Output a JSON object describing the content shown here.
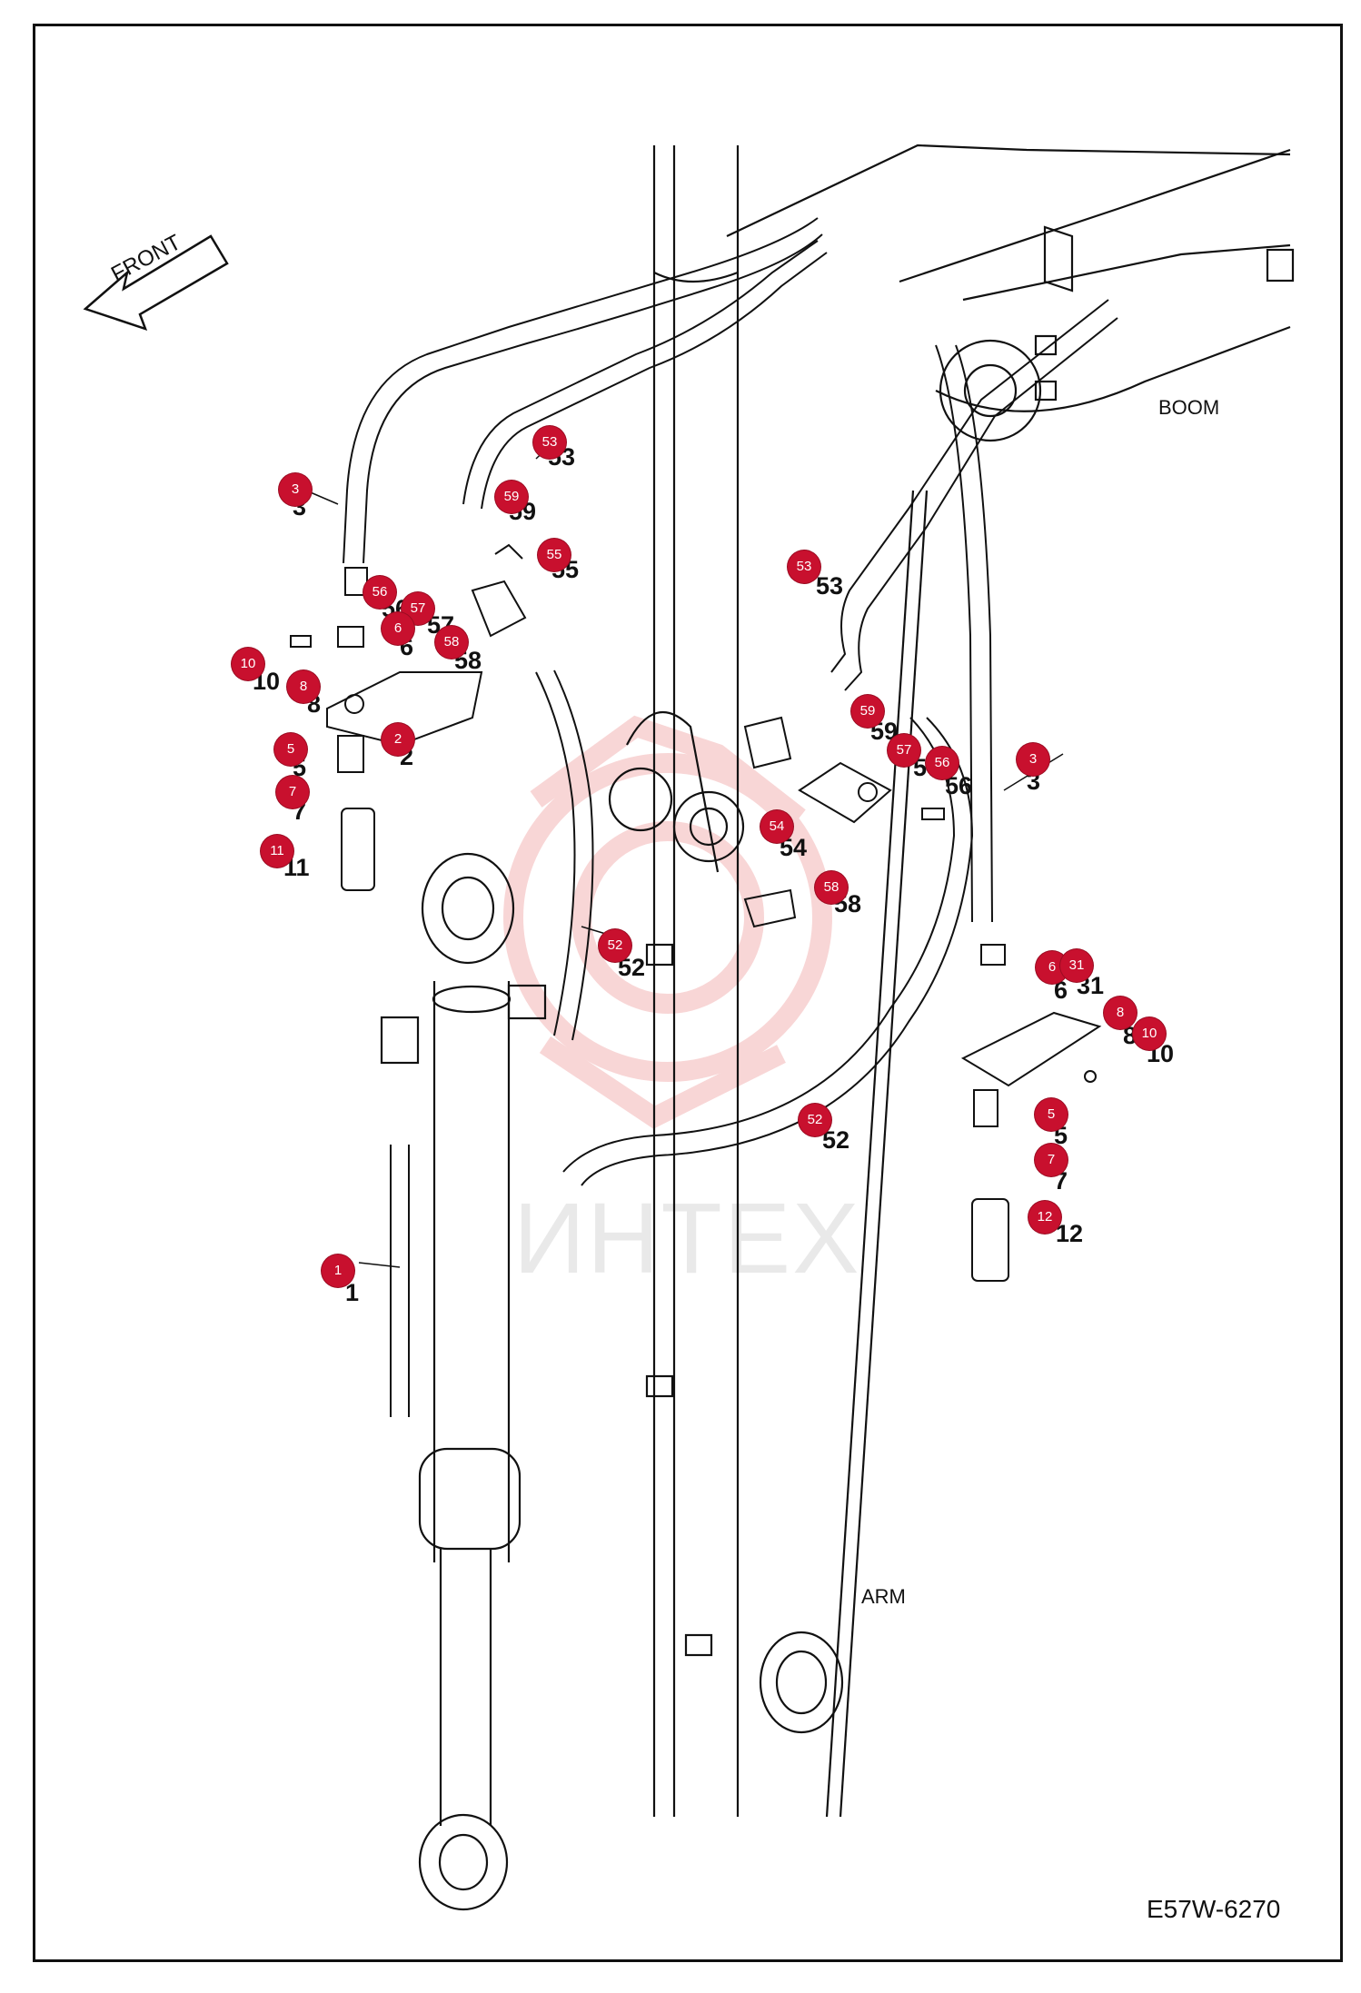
{
  "drawing": {
    "code": "E57W-6270",
    "front_label": "FRONT",
    "boom_label": "BOOM",
    "arm_label": "ARM",
    "watermark": "ИНТЕХ",
    "callout_color": "#c8102e"
  },
  "callouts": [
    {
      "id": "3",
      "text": "3"
    },
    {
      "id": "53",
      "text": "53"
    },
    {
      "id": "59",
      "text": "59"
    },
    {
      "id": "55",
      "text": "55"
    },
    {
      "id": "56",
      "text": "56"
    },
    {
      "id": "57",
      "text": "57"
    },
    {
      "id": "6",
      "text": "6"
    },
    {
      "id": "58",
      "text": "58"
    },
    {
      "id": "10",
      "text": "10"
    },
    {
      "id": "8",
      "text": "8"
    },
    {
      "id": "2",
      "text": "2"
    },
    {
      "id": "5",
      "text": "5"
    },
    {
      "id": "7",
      "text": "7"
    },
    {
      "id": "11",
      "text": "11"
    },
    {
      "id": "52",
      "text": "52"
    },
    {
      "id": "1",
      "text": "1"
    },
    {
      "id": "53",
      "text": "53"
    },
    {
      "id": "59",
      "text": "59"
    },
    {
      "id": "57",
      "text": "57"
    },
    {
      "id": "56",
      "text": "56"
    },
    {
      "id": "3",
      "text": "3"
    },
    {
      "id": "54",
      "text": "54"
    },
    {
      "id": "58",
      "text": "58"
    },
    {
      "id": "6",
      "text": "6"
    },
    {
      "id": "31",
      "text": "31"
    },
    {
      "id": "8",
      "text": "8"
    },
    {
      "id": "10",
      "text": "10"
    },
    {
      "id": "52",
      "text": "52"
    },
    {
      "id": "5",
      "text": "5"
    },
    {
      "id": "7",
      "text": "7"
    },
    {
      "id": "12",
      "text": "12"
    }
  ],
  "part_numbers": [
    "3",
    "53",
    "59",
    "55",
    "56",
    "57",
    "6",
    "58",
    "10",
    "8",
    "2",
    "5",
    "7",
    "11",
    "52",
    "1",
    "53",
    "59",
    "57",
    "56",
    "3",
    "54",
    "58",
    "6",
    "31",
    "8",
    "10",
    "52",
    "5",
    "7",
    "12"
  ]
}
